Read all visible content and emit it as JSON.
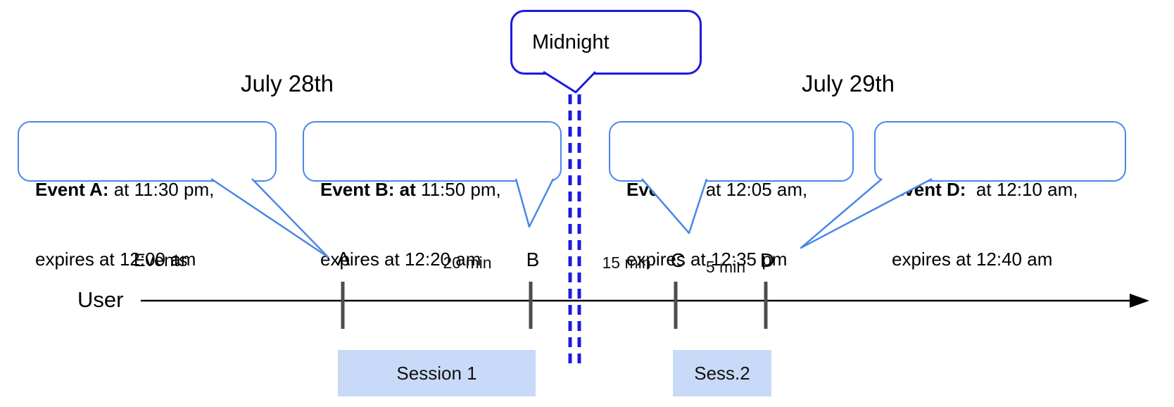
{
  "dates": {
    "left": "July 28th",
    "right": "July 29th"
  },
  "midnight": {
    "label": "Midnight"
  },
  "axis": {
    "events_label": "Events",
    "user_label": "User"
  },
  "bubbles": [
    {
      "id": "A",
      "bold": "Event A:",
      "line1_rest": " at 11:30 pm,",
      "line2": "expires at 12:00 am"
    },
    {
      "id": "B",
      "bold": "Event B: at",
      "line1_rest": " 11:50 pm,",
      "line2": "expires at 12:20 am"
    },
    {
      "id": "C",
      "bold": "Event C:",
      "line1_rest": " at 12:05 am,",
      "line2": "expires at 12:35 pm"
    },
    {
      "id": "D",
      "bold": "Event D:",
      "line1_rest": "  at 12:10 am,",
      "line2": "expires at 12:40 am"
    }
  ],
  "ticks": [
    {
      "label": "A"
    },
    {
      "label": "B"
    },
    {
      "label": "C"
    },
    {
      "label": "D"
    }
  ],
  "intervals": [
    {
      "label": "20 min"
    },
    {
      "label": "15 min"
    },
    {
      "label": "5 min"
    }
  ],
  "sessions": [
    {
      "label": "Session 1"
    },
    {
      "label": "Sess.2"
    }
  ],
  "colors": {
    "bubble_border": "#4a86e8",
    "midnight_blue": "#1b1be0",
    "session_fill": "#c9daf8",
    "tick_gray": "#4d4d4d",
    "timeline_black": "#000000"
  }
}
